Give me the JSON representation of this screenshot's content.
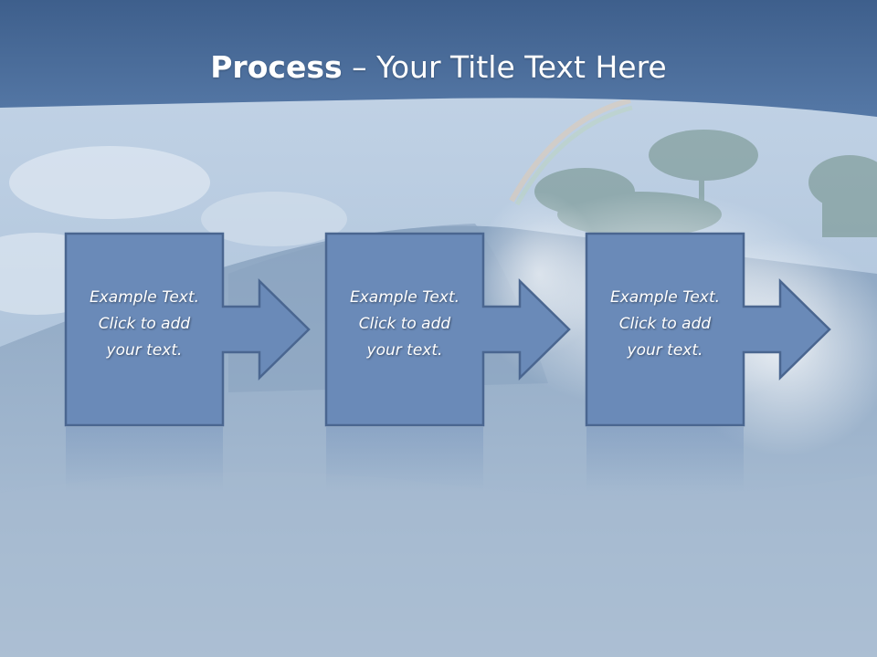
{
  "slide": {
    "title_bold": "Process",
    "title_rest": " – Your Title Text Here",
    "colors": {
      "header": "#4a6d9b",
      "box_fill": "#6a8ab8",
      "box_stroke": "#4a6690"
    },
    "steps": [
      {
        "lines": [
          "Example Text.",
          "Click  to add",
          "your text."
        ]
      },
      {
        "lines": [
          "Example Text.",
          "Click  to add",
          "your text."
        ]
      },
      {
        "lines": [
          "Example Text.",
          "Click  to add",
          "your text."
        ]
      }
    ]
  }
}
